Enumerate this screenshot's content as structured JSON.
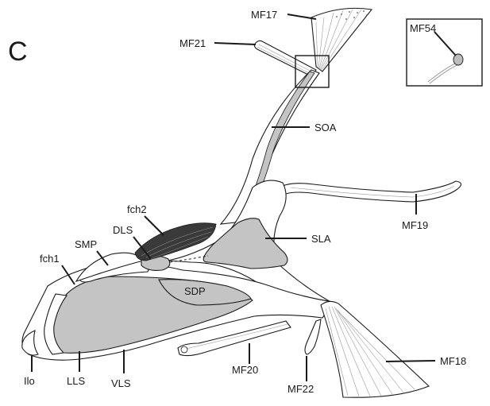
{
  "figure": {
    "panel_letter": "C",
    "inset_label": "MF54",
    "labels": {
      "mf17": "MF17",
      "mf21": "MF21",
      "soa": "SOA",
      "mf19": "MF19",
      "fch2": "fch2",
      "dls": "DLS",
      "smp": "SMP",
      "sla": "SLA",
      "fch1": "fch1",
      "sdp": "SDP",
      "mf18": "MF18",
      "mf20": "MF20",
      "mf22": "MF22",
      "ilo": "Ilo",
      "lls": "LLS",
      "vls": "VLS"
    },
    "colors": {
      "sclerite_fill": "#c4c4c4",
      "outline": "#1a1a1a",
      "dark_muscle": "#3a3a3a",
      "background": "#ffffff"
    }
  }
}
